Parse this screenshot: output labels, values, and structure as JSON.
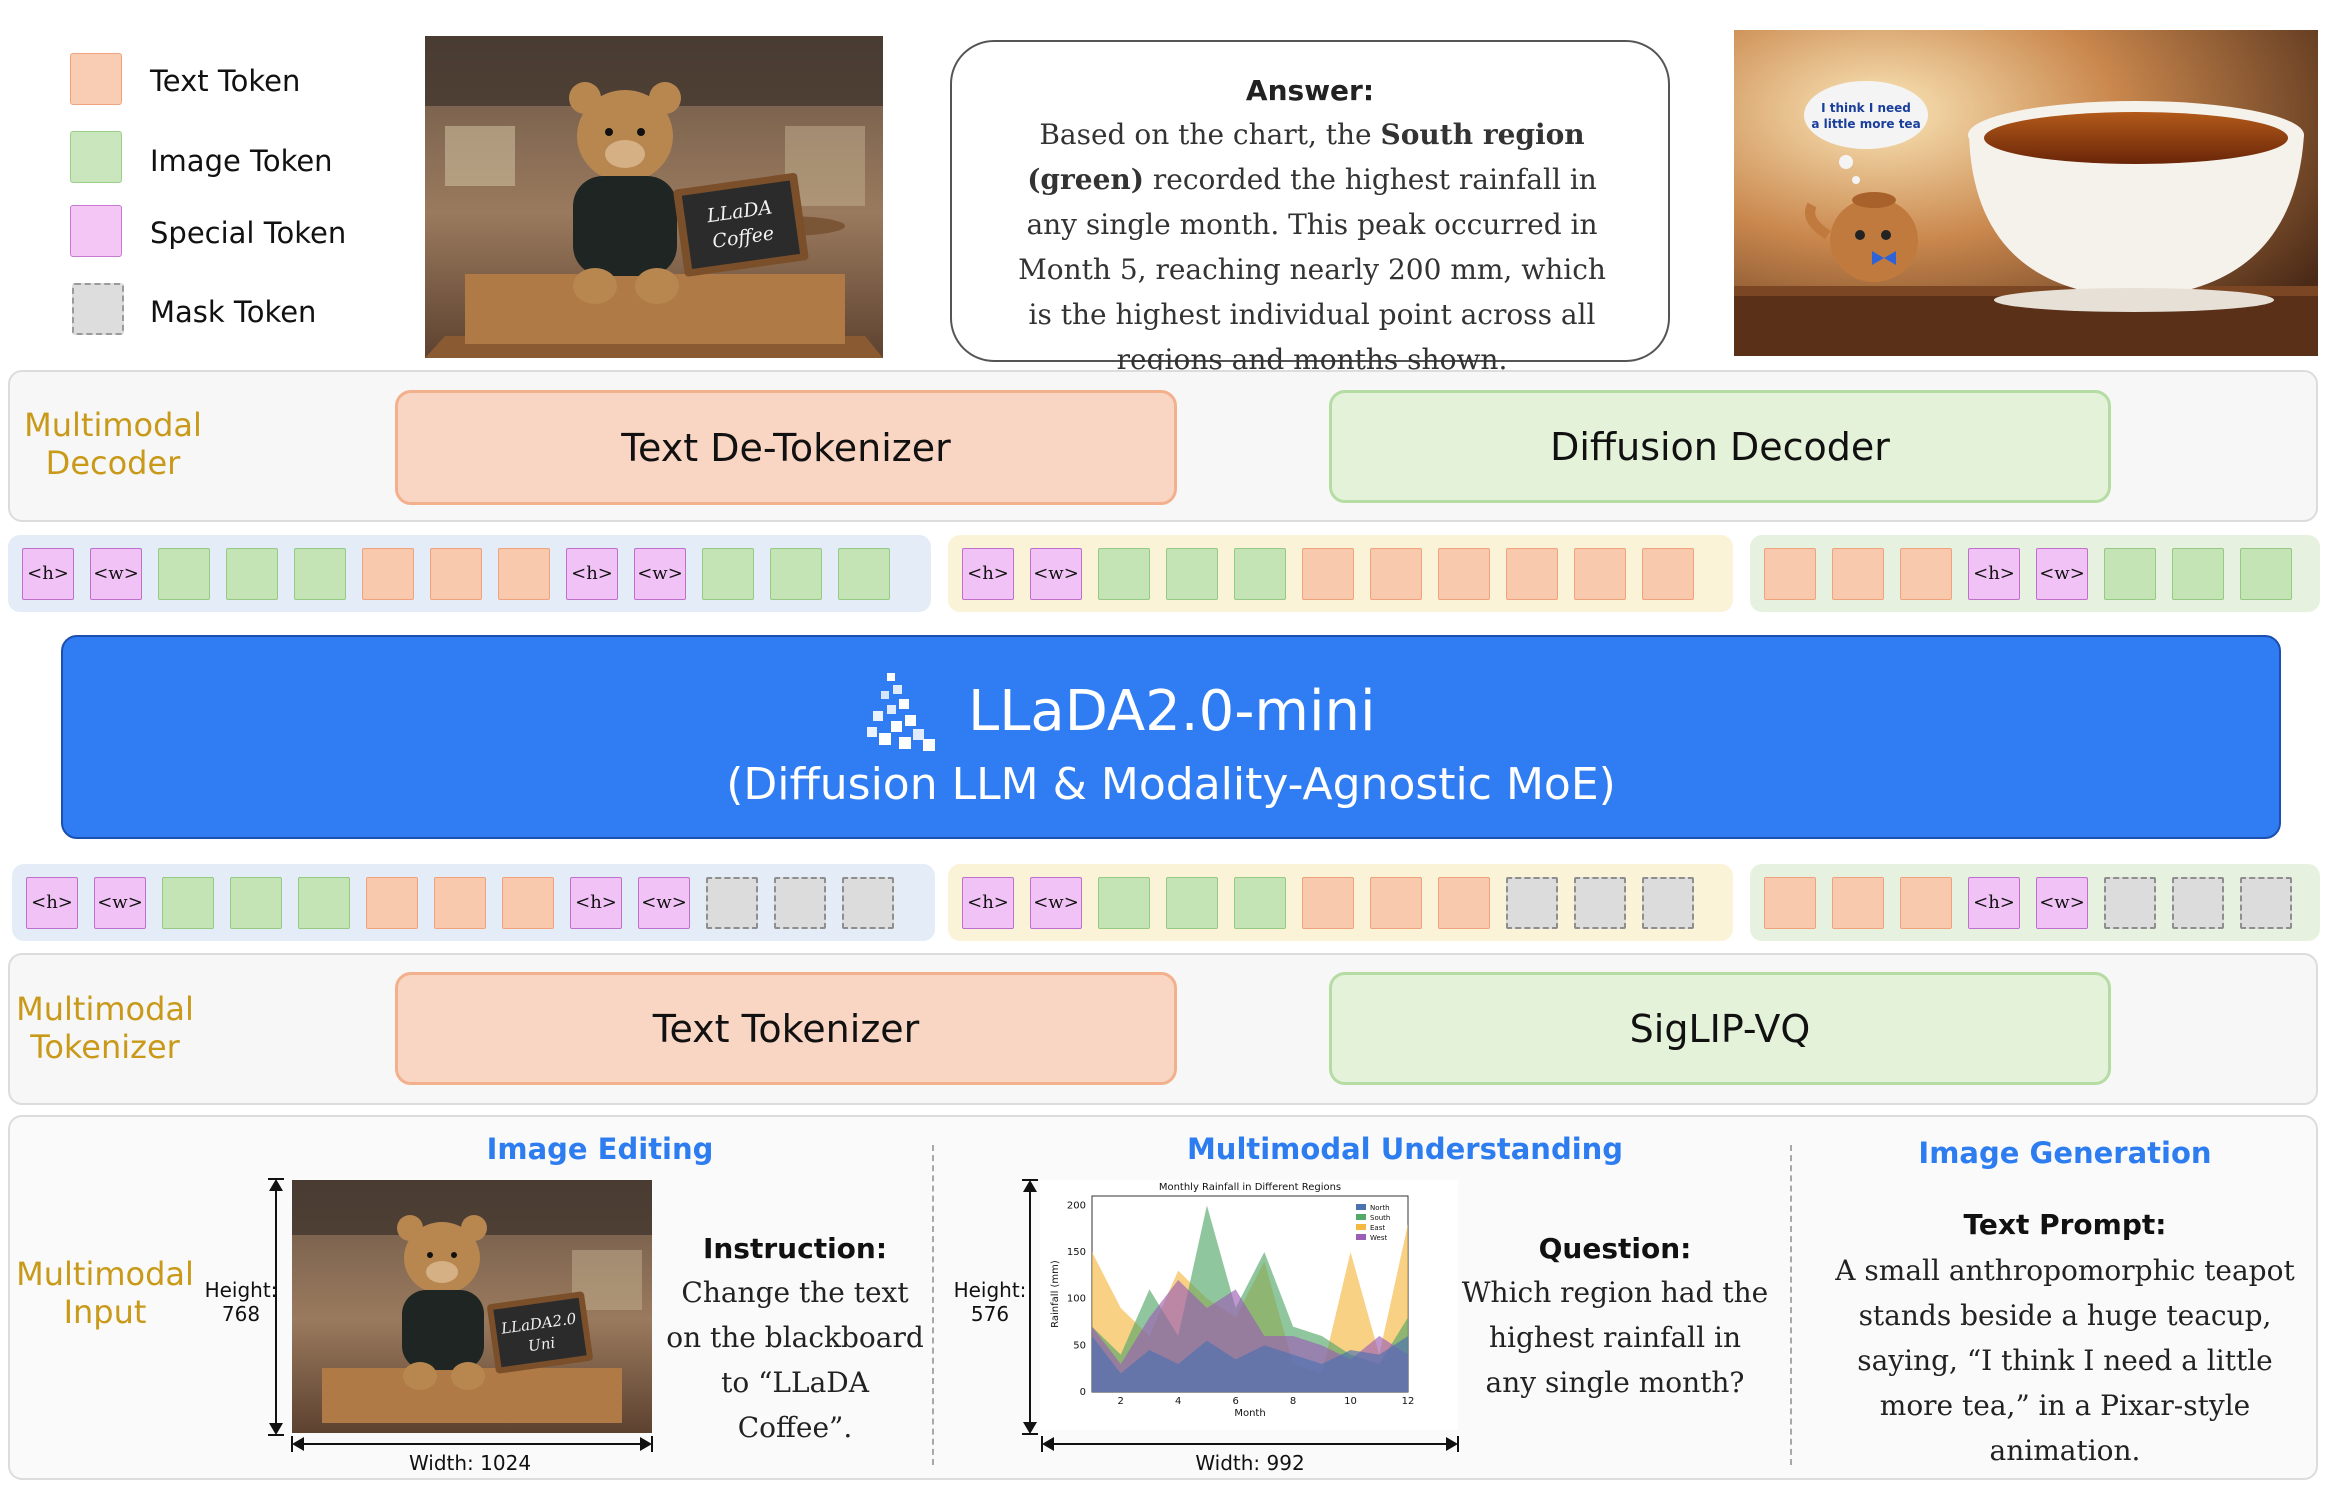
{
  "legend": [
    {
      "label": "Text Token",
      "kind": "text"
    },
    {
      "label": "Image Token",
      "kind": "image"
    },
    {
      "label": "Special Token",
      "kind": "special"
    },
    {
      "label": "Mask Token",
      "kind": "mask"
    }
  ],
  "top": {
    "answer_title": "Answer:",
    "answer_pre": "Based on the chart, the ",
    "answer_bold": "South region (green)",
    "answer_post": " recorded the highest rainfall in any single month. This peak occurred in Month 5, reaching nearly 200 mm, which is the highest individual point across all regions and months shown.",
    "edited_sign_text": "LLaDA Coffee",
    "teapot_bubble": "I think I need a little more tea"
  },
  "decoder": {
    "side_label_1": "Multimodal",
    "side_label_2": "Decoder",
    "text_box": "Text De-Tokenizer",
    "image_box": "Diffusion Decoder"
  },
  "tokens_top": [
    [
      "h",
      "w",
      "i",
      "i",
      "i",
      "t",
      "t",
      "t",
      "h",
      "w",
      "i",
      "i",
      "i"
    ],
    [
      "h",
      "w",
      "i",
      "i",
      "i",
      "t",
      "t",
      "t",
      "t",
      "t",
      "t"
    ],
    [
      "t",
      "t",
      "t",
      "h",
      "w",
      "i",
      "i",
      "i"
    ]
  ],
  "tokens_bottom": [
    [
      "h",
      "w",
      "i",
      "i",
      "i",
      "t",
      "t",
      "t",
      "h",
      "w",
      "m",
      "m",
      "m"
    ],
    [
      "h",
      "w",
      "i",
      "i",
      "i",
      "t",
      "t",
      "t",
      "m",
      "m",
      "m"
    ],
    [
      "t",
      "t",
      "t",
      "h",
      "w",
      "m",
      "m",
      "m"
    ]
  ],
  "token_labels": {
    "h": "<h>",
    "w": "<w>"
  },
  "model": {
    "name": "LLaDA2.0-mini",
    "subtitle": "(Diffusion LLM & Modality-Agnostic MoE)"
  },
  "tokenizer": {
    "side_label_1": "Multimodal",
    "side_label_2": "Tokenizer",
    "text_box": "Text Tokenizer",
    "image_box": "SigLIP-VQ"
  },
  "input": {
    "side_label_1": "Multimodal",
    "side_label_2": "Input",
    "editing": {
      "title": "Image Editing",
      "height_label": "Height:",
      "height_value": "768",
      "width_label": "Width: 1024",
      "sign_text": "LLaDA2.0 Uni",
      "instr_title": "Instruction:",
      "instr_body": "Change the text on the blackboard to “LLaDA Coffee”."
    },
    "understanding": {
      "title": "Multimodal Understanding",
      "height_label": "Height:",
      "height_value": "576",
      "width_label": "Width: 992",
      "q_title": "Question:",
      "q_body": "Which region had the highest rainfall in any single month?"
    },
    "generation": {
      "title": "Image Generation",
      "prompt_title": "Text Prompt:",
      "prompt_body": "A small anthropomorphic teapot stands beside a huge teacup, saying, “I think I need a little more tea,” in a Pixar-style animation."
    }
  },
  "chart_data": {
    "type": "area",
    "title": "Monthly Rainfall in Different Regions",
    "xlabel": "Month",
    "ylabel": "Rainfall (mm)",
    "x": [
      1,
      2,
      3,
      4,
      5,
      6,
      7,
      8,
      9,
      10,
      11,
      12
    ],
    "xticks": [
      2,
      4,
      6,
      8,
      10,
      12
    ],
    "yticks": [
      0,
      50,
      100,
      150,
      200
    ],
    "ylim": [
      0,
      210
    ],
    "xlim": [
      1,
      12
    ],
    "legend_position": "top-right",
    "series": [
      {
        "name": "North",
        "color": "#4c72b0",
        "values": [
          60,
          20,
          45,
          30,
          55,
          35,
          50,
          40,
          30,
          45,
          40,
          60
        ]
      },
      {
        "name": "South",
        "color": "#55a868",
        "values": [
          70,
          40,
          110,
          60,
          200,
          90,
          150,
          70,
          60,
          40,
          30,
          80
        ]
      },
      {
        "name": "East",
        "color": "#f5b942",
        "values": [
          150,
          90,
          60,
          130,
          100,
          80,
          140,
          30,
          20,
          150,
          40,
          180
        ]
      },
      {
        "name": "West",
        "color": "#9b5fb5",
        "values": [
          70,
          30,
          80,
          120,
          90,
          110,
          60,
          60,
          50,
          35,
          60,
          40
        ]
      }
    ]
  }
}
